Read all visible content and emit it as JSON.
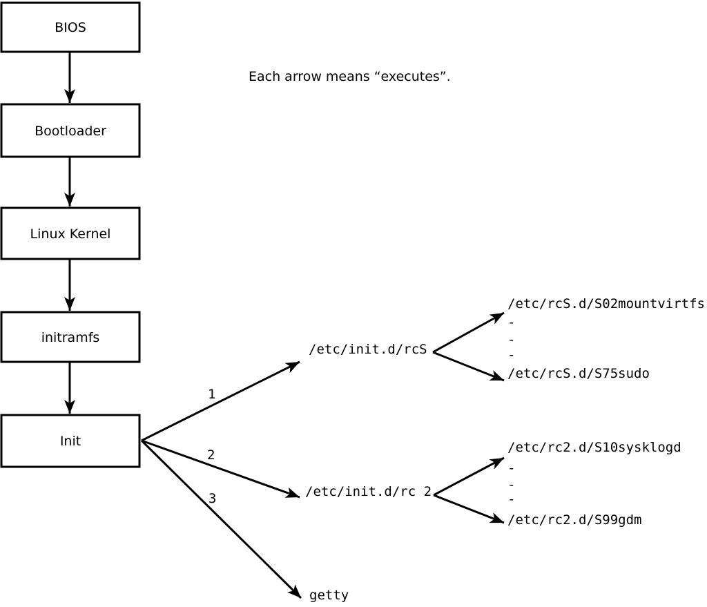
{
  "note": "Each arrow means “executes”.",
  "colors": {
    "ink": "#000000",
    "background": "#ffffff"
  },
  "boot_chain": [
    {
      "label": "BIOS"
    },
    {
      "label": "Bootloader"
    },
    {
      "label": "Linux Kernel"
    },
    {
      "label": "initramfs"
    },
    {
      "label": "Init"
    }
  ],
  "init_children": [
    {
      "order": "1",
      "target": "/etc/init.d/rcS"
    },
    {
      "order": "2",
      "target": "/etc/init.d/rc 2"
    },
    {
      "order": "3",
      "target": "getty"
    }
  ],
  "rcS_scripts": {
    "first": "/etc/rcS.d/S02mountvirtfs",
    "ellipsis": [
      "-",
      "-",
      "-"
    ],
    "last": "/etc/rcS.d/S75sudo"
  },
  "rc2_scripts": {
    "first": "/etc/rc2.d/S10sysklogd",
    "ellipsis": [
      "-",
      "-",
      "-"
    ],
    "last": "/etc/rc2.d/S99gdm"
  }
}
